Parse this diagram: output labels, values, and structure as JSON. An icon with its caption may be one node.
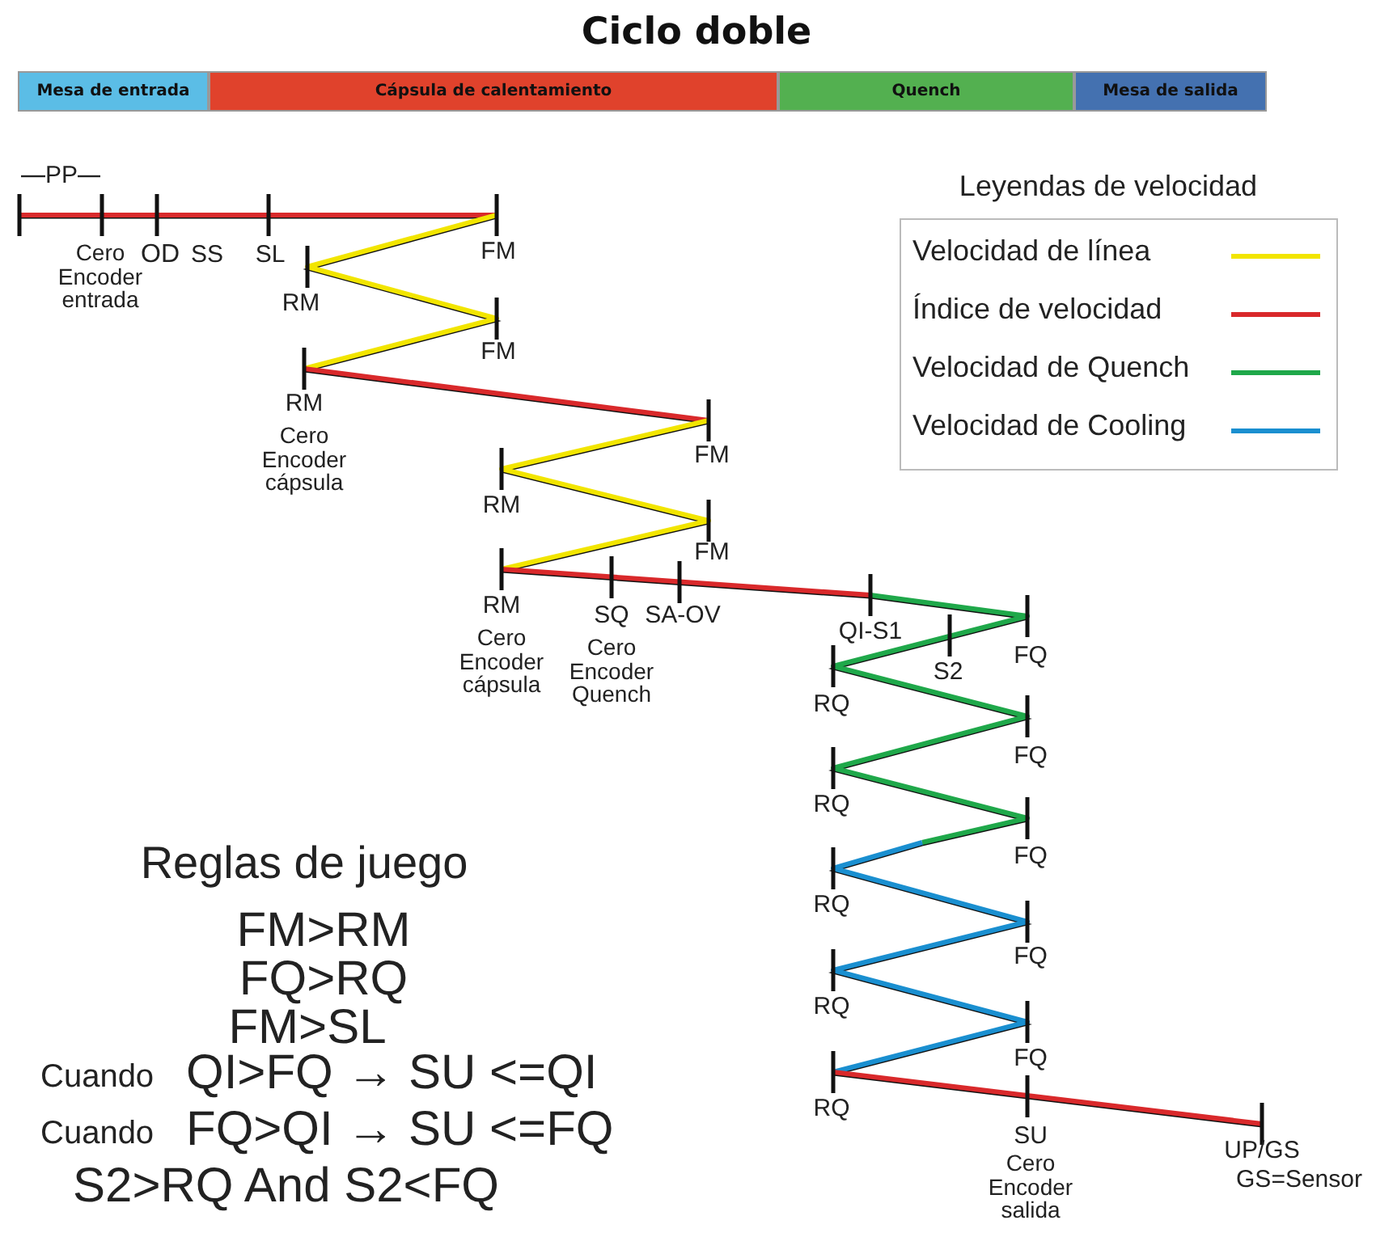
{
  "diagram": {
    "title": "Ciclo doble",
    "nodes": [
      {
        "text": [
          "Mesa de entrada"
        ]
      },
      {
        "text": [
          "Cápsula de calentamiento"
        ]
      },
      {
        "text": [
          "Quench"
        ]
      },
      {
        "text": [
          "Mesa de salida"
        ]
      }
    ],
    "labels": [
      "Leyendas de velocidad",
      "PP",
      "Cero Encoder entrada",
      "OD",
      "SS",
      "SL",
      "FM",
      "RM",
      "FM",
      "RM",
      "Cero Encoder cápsula",
      "FM",
      "RM",
      "FM",
      "RM",
      "Cero Encoder cápsula",
      "SQ",
      "Cero Encoder Quench",
      "SA-OV",
      "QI-S1",
      "S2",
      "FQ",
      "RQ",
      "FQ",
      "RQ",
      "FQ",
      "RQ",
      "FQ",
      "RQ",
      "FQ",
      "RQ",
      "SU",
      "Cero Encoder salida",
      "UP/GS",
      "GS=Sensor",
      "Reglas de juego",
      "FM>RM",
      "FQ>RQ",
      "FM>SL",
      "Cuando",
      "QI>FQ → SU <=QI",
      "Cuando",
      "FQ>QI → SU <=FQ",
      "S2>RQ And S2<FQ"
    ],
    "legend": [
      {
        "text": "Velocidad de línea",
        "color": "#f2e500"
      },
      {
        "text": "Índice de velocidad",
        "color": "#d9292b"
      },
      {
        "text": "Velocidad de Quench",
        "color": "#1fa84a"
      },
      {
        "text": "Velocidad de Cooling",
        "color": "#1a8fd0"
      }
    ]
  }
}
